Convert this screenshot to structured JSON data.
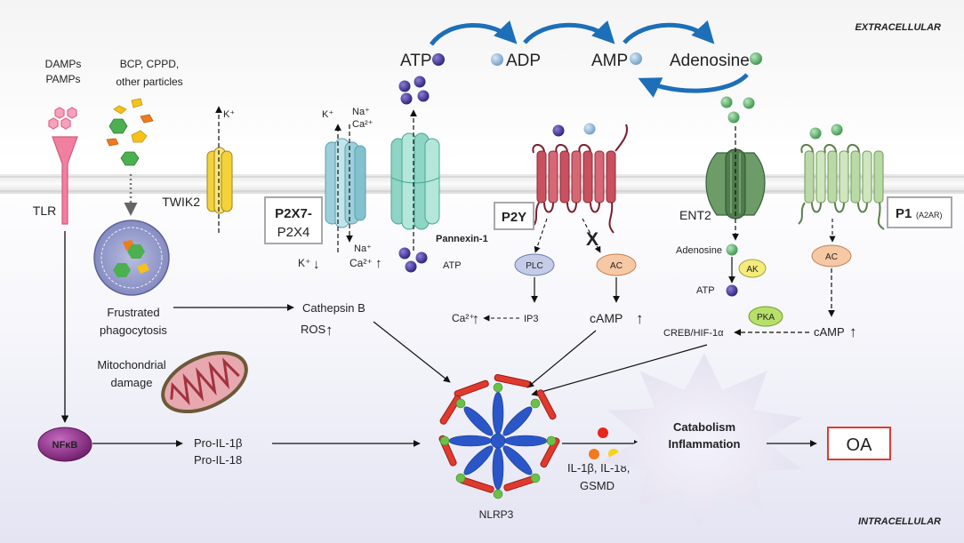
{
  "regions": {
    "extracellular": "EXTRACELLULAR",
    "intracellular": "INTRACELLULAR"
  },
  "nucleotides": {
    "atp": "ATP",
    "adp": "ADP",
    "amp": "AMP",
    "adenosine": "Adenosine"
  },
  "stimuli": {
    "damps_line1": "DAMPs",
    "damps_line2": "PAMPs",
    "particles_line1": "BCP, CPPD,",
    "particles_line2": "other particles"
  },
  "receptors": {
    "tlr": "TLR",
    "twik2": "TWIK2",
    "p2x7_line1": "P2X7-",
    "p2x7_line2": "P2X4",
    "pannexin": "Pannexin-1",
    "p2y": "P2Y",
    "ent2": "ENT2",
    "p1": "P1",
    "p1_sub": "(A2AR)"
  },
  "ions": {
    "k_top_twik": "K⁺",
    "k_top_p2x": "K⁺",
    "na_top": "Na⁺",
    "ca_top": "Ca²⁺",
    "na_bottom": "Na⁺",
    "k_bottom": "K⁺",
    "ca_bottom": "Ca²⁺",
    "atp_below_pannexin": "ATP"
  },
  "signaling": {
    "plc": "PLC",
    "ac_p2y": "AC",
    "ca_ip3": "Ca²⁺",
    "ip3": "IP3",
    "camp_p2y": "cAMP",
    "adenosine_intra": "Adenosine",
    "ak": "AK",
    "atp_intra": "ATP",
    "ac_p1": "AC",
    "pka": "PKA",
    "camp_p1": "cAMP",
    "creb": "CREB/HIF-1α",
    "inhibit_mark": "X"
  },
  "cellular": {
    "frustrated_line1": "Frustrated",
    "frustrated_line2": "phagocytosis",
    "cathepsin": "Cathepsin B",
    "ros": "ROS",
    "mito_line1": "Mitochondrial",
    "mito_line2": "damage",
    "nfkb": "NFκB",
    "pro_il1b": "Pro-IL-1β",
    "pro_il18": "Pro-IL-18",
    "nlrp3": "NLRP3",
    "il_line1": "IL-1β, IL-18,",
    "il_line2": "GSMD",
    "catabolism_line1": "Catabolism",
    "catabolism_line2": "Inflammation",
    "oa": "OA",
    "up_arrow": "↑",
    "down_arrow": "↓"
  },
  "colors": {
    "atp_ball": "#3a2a8e",
    "adp_ball": "#8fb4d8",
    "adenosine_ball": "#4fa860",
    "tlr": "#f07fa0",
    "twik2": "#f3d23a",
    "p2x": "#9ccfda",
    "pannexin": "#8fd4c4",
    "p2y": "#c9505e",
    "ent2": "#5c8f58",
    "p1": "#b9d9a6",
    "oa_box": "#e03a2e",
    "inhibit": "#e8261c"
  }
}
